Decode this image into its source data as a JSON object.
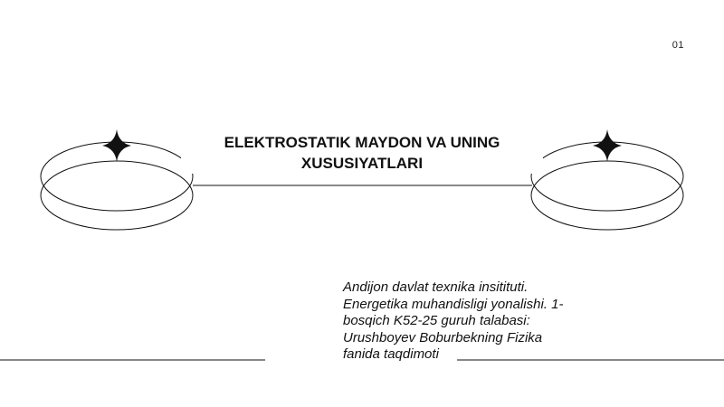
{
  "slide": {
    "page_number": "01",
    "title": "ELEKTROSTATIK MAYDON VA UNING XUSUSIYATLARI",
    "subtitle": "Andijon davlat texnika insitituti.\nEnergetika muhandisligi yonalishi. 1-\nbosqich K52-25 guruh talabasi:\nUrushboyev Boburbekning Fizika\nfanida taqdimoti"
  },
  "colors": {
    "background": "#ffffff",
    "ink": "#111111"
  },
  "decor": {
    "left_icon": "star-sparkle-icon",
    "right_icon": "star-sparkle-icon"
  }
}
